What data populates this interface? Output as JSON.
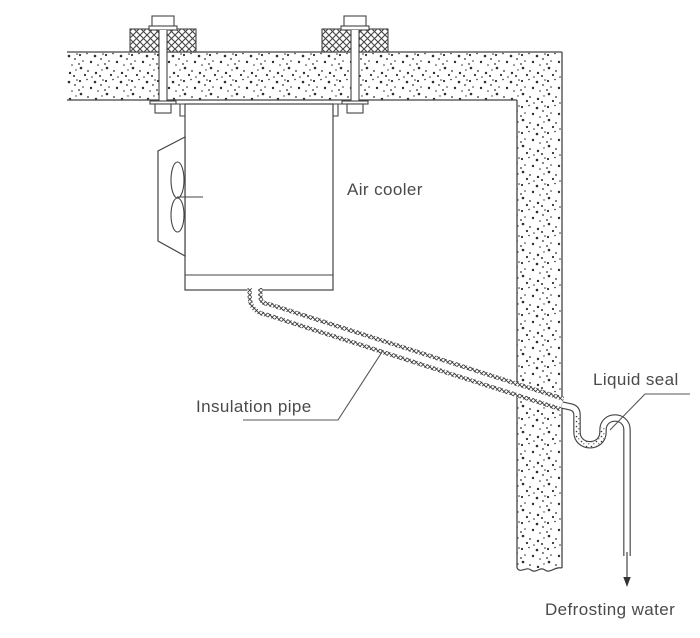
{
  "diagram": {
    "type": "technical-line-drawing",
    "subject": "Air cooler drain installation with insulated pipe and liquid seal",
    "labels": {
      "air_cooler": "Air cooler",
      "insulation_pipe": "Insulation pipe",
      "liquid_seal": "Liquid seal",
      "defrosting_water": "Defrosting water"
    },
    "parts": [
      "ceiling-slab",
      "wall",
      "anchor-bolt-left",
      "anchor-bolt-right",
      "air-cooler-unit",
      "fan",
      "insulation-pipe",
      "liquid-seal-trap",
      "drain-pipe",
      "defrost-water-arrow"
    ],
    "colors": {
      "background": "#ffffff",
      "line": "#444444",
      "text": "#4a4a4a"
    }
  }
}
